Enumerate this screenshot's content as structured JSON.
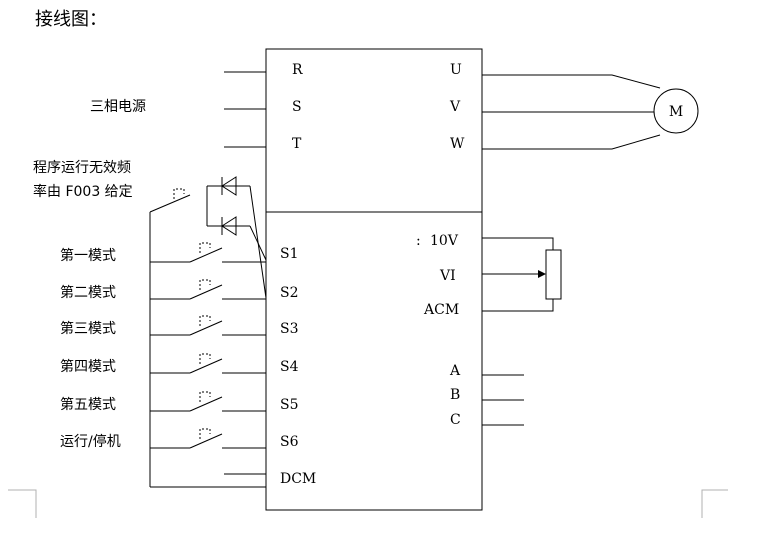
{
  "title": "接线图：",
  "power": {
    "label": "三相电源",
    "inputs": [
      "R",
      "S",
      "T"
    ]
  },
  "motor": {
    "outputs": [
      "U",
      "V",
      "W"
    ],
    "label": "M"
  },
  "program_note": {
    "line1": "程序运行无效频",
    "line2": "率由 F003 给定"
  },
  "inputs": [
    {
      "label": "第一模式",
      "terminal": "S1"
    },
    {
      "label": "第二模式",
      "terminal": "S2"
    },
    {
      "label": "第三模式",
      "terminal": "S3"
    },
    {
      "label": "第四模式",
      "terminal": "S4"
    },
    {
      "label": "第五模式",
      "terminal": "S5"
    },
    {
      "label": "运行/停机",
      "terminal": "S6"
    }
  ],
  "common": "DCM",
  "analog": {
    "mark": ":",
    "terminals": [
      "10V",
      "VI",
      "ACM"
    ]
  },
  "relay": [
    "A",
    "B",
    "C"
  ]
}
